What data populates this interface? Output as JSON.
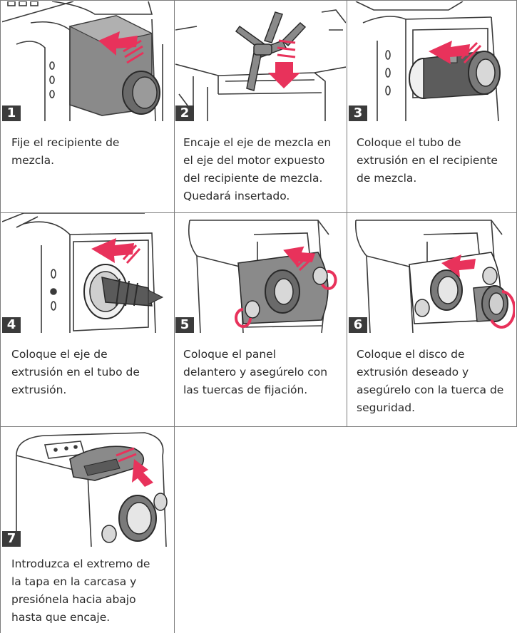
{
  "colors": {
    "accent": "#e8325b",
    "badge": "#3b3b3b",
    "grid": "#7c7c7c",
    "line_art": "#3a3a3a"
  },
  "steps": [
    {
      "number": "1",
      "icon": "mixing-bowl-illustration",
      "text": "Fije el recipiente de\nmezcla."
    },
    {
      "number": "2",
      "icon": "mixing-shaft-illustration",
      "text": "Encaje el eje de mezcla en\nel eje del motor expuesto\ndel recipiente de mezcla.\nQuedará insertado."
    },
    {
      "number": "3",
      "icon": "extrusion-tube-illustration",
      "text": "Coloque el tubo de\nextrusión en el recipiente\nde mezcla."
    },
    {
      "number": "4",
      "icon": "extrusion-shaft-illustration",
      "text": "Coloque el eje de\nextrusión en el tubo de\nextrusión."
    },
    {
      "number": "5",
      "icon": "front-panel-illustration",
      "text": "Coloque el panel\ndelantero y asegúrelo con\nlas tuercas de fijación."
    },
    {
      "number": "6",
      "icon": "extrusion-disc-illustration",
      "text": "Coloque el disco de\nextrusión deseado y\nasegúrelo con la tuerca de\nseguridad."
    },
    {
      "number": "7",
      "icon": "lid-illustration",
      "text": "Introduzca el extremo de\nla tapa en la carcasa y\npresiónela hacia abajo\nhasta que encaje."
    }
  ]
}
